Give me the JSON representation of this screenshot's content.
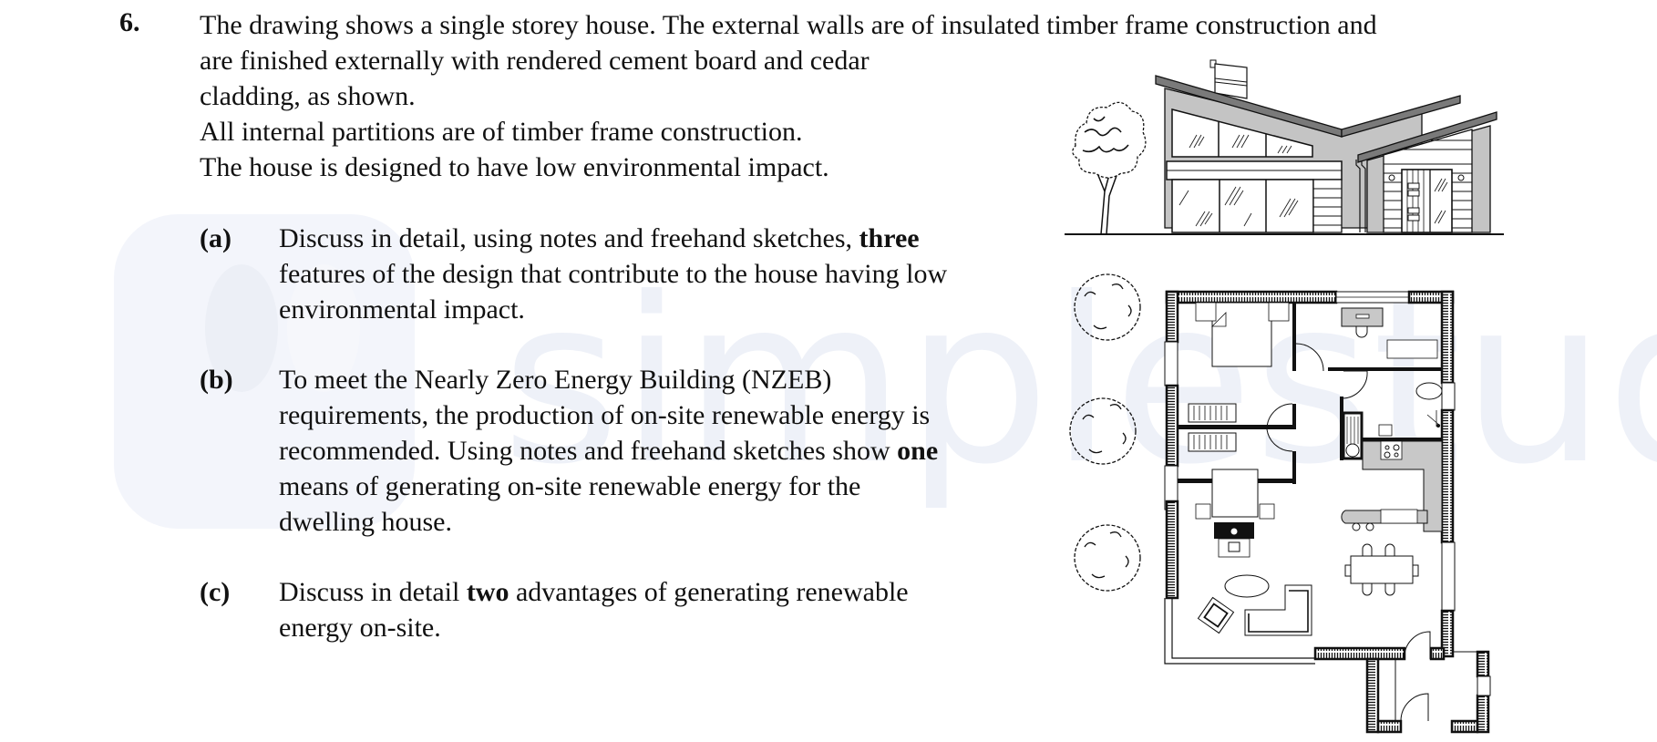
{
  "watermark": {
    "text": "simplestudy",
    "color": "#eef1f8"
  },
  "question": {
    "number": "6.",
    "stem_lines": [
      "The drawing shows a single storey house.  The external walls are of insulated timber frame construction and",
      "are finished externally with rendered cement board and cedar",
      "cladding, as shown.",
      "All internal partitions are of timber frame construction.",
      "The house is designed to have low environmental impact."
    ],
    "parts": [
      {
        "label": "(a)",
        "lines": [
          {
            "pre": "Discuss in detail, using notes and freehand sketches, ",
            "bold": "three",
            "post": ""
          },
          {
            "pre": "features of the design that contribute to the house having low",
            "bold": "",
            "post": ""
          },
          {
            "pre": "environmental impact.",
            "bold": "",
            "post": ""
          }
        ]
      },
      {
        "label": "(b)",
        "lines": [
          {
            "pre": "To meet the Nearly Zero Energy Building (NZEB)",
            "bold": "",
            "post": ""
          },
          {
            "pre": "requirements, the production of on-site renewable energy is",
            "bold": "",
            "post": ""
          },
          {
            "pre": "recommended.  Using notes and freehand sketches show ",
            "bold": "one",
            "post": ""
          },
          {
            "pre": "means of generating on-site renewable energy for the",
            "bold": "",
            "post": ""
          },
          {
            "pre": "dwelling house.",
            "bold": "",
            "post": ""
          }
        ]
      },
      {
        "label": "(c)",
        "lines": [
          {
            "pre": "Discuss in detail ",
            "bold": "two",
            "post": " advantages of generating renewable"
          },
          {
            "pre": "energy on-site.",
            "bold": "",
            "post": ""
          }
        ]
      }
    ]
  },
  "figures": {
    "elevation": {
      "description": "front elevation of single storey house with butterfly roof",
      "roof_color": "#7a7a7a",
      "wall_gray": "#c4c4c4"
    },
    "floor_plan": {
      "description": "floor plan with bedrooms, office, bathroom, kitchen, dining and living areas",
      "counter_gray": "#c8c8c8"
    }
  }
}
